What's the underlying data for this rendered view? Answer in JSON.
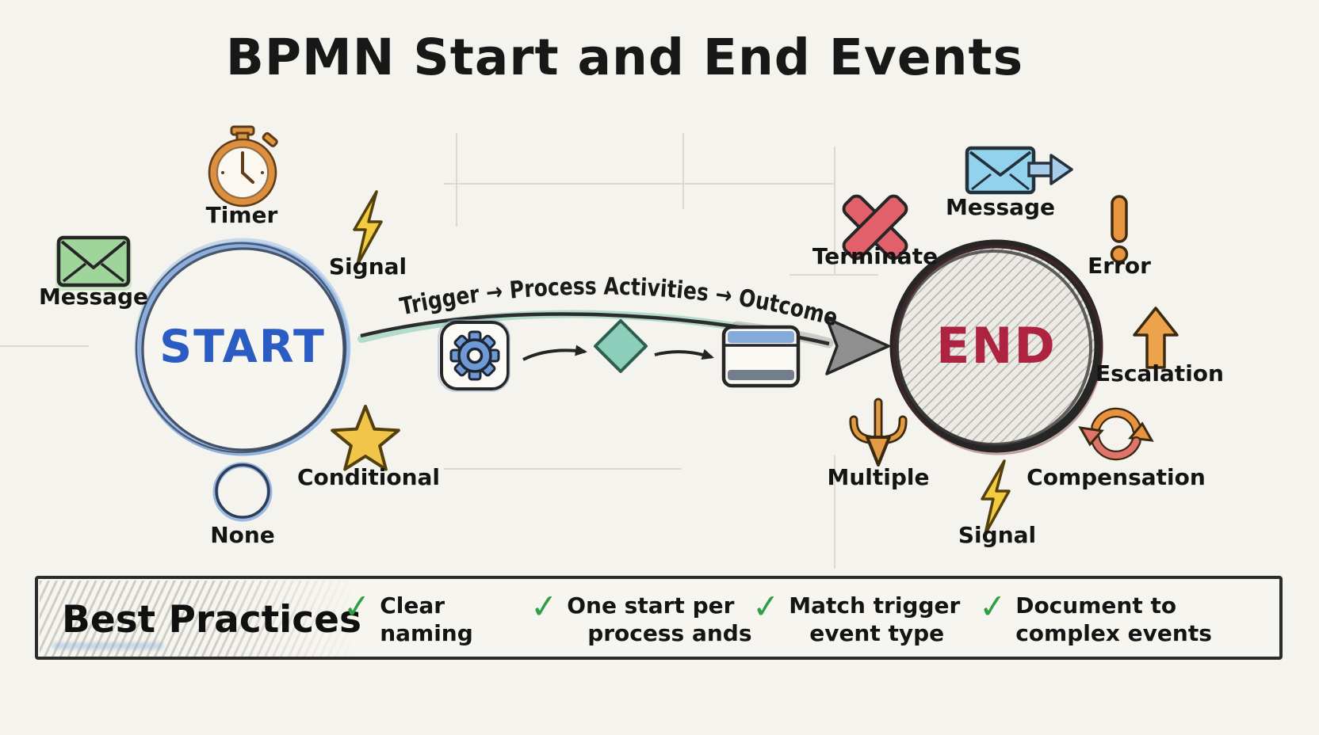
{
  "title": "BPMN Start and End Events",
  "flow_caption": "Trigger → Process Activities → Outcome",
  "start_event": {
    "label": "START",
    "triggers": {
      "message": "Message",
      "timer": "Timer",
      "signal": "Signal",
      "conditional": "Conditional",
      "none": "None"
    }
  },
  "end_event": {
    "label": "END",
    "results": {
      "terminate": "Terminate",
      "message": "Message",
      "error": "Error",
      "escalation": "Escalation",
      "compensation": "Compensation",
      "signal": "Signal",
      "multiple": "Multiple"
    }
  },
  "best_practices": {
    "heading": "Best Practices",
    "items": [
      {
        "line1": "Clear",
        "line2": "naming"
      },
      {
        "line1": "One start per",
        "line2": "process ands"
      },
      {
        "line1": "Match trigger",
        "line2": "event type"
      },
      {
        "line1": "Document to",
        "line2": "complex events"
      }
    ]
  },
  "icons": {
    "check": "✓"
  },
  "colors": {
    "background": "#f5f3ed",
    "ink": "#1a1a1a",
    "start_blue": "#2b5cc4",
    "start_ring_blue": "#7aa2dc",
    "end_red": "#ad2340",
    "end_ring": "#262626",
    "flow_teal": "#a7d7c5",
    "diamond_teal": "#8cceba",
    "gear_blue": "#6d98d5",
    "window_blue": "#84aad9",
    "message_green": "#9fd49b",
    "message_blue": "#8ed1ec",
    "timer_orange": "#dd8f3e",
    "signal_yellow": "#f3cb3e",
    "star_yellow": "#f1c54a",
    "terminate_red": "#e2606a",
    "error_orange": "#e8953f",
    "compensation_red": "#df746c",
    "multiple_orange": "#e39a45",
    "arrow_gray": "#8f8f8f",
    "check_green": "#2f9e44"
  }
}
